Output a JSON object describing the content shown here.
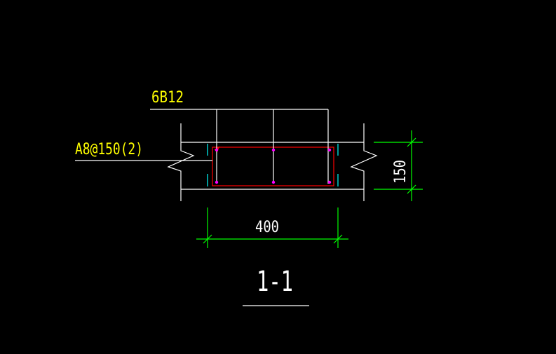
{
  "drawing": {
    "labels": {
      "rebar_main": "6B12",
      "stirrup": "A8@150(2)",
      "dim_width": "400",
      "dim_height": "150",
      "section_title": "1-1"
    },
    "colors": {
      "background": "#000000",
      "linework": "#ffffff",
      "label_text": "#ffff00",
      "dimension": "#00ff00",
      "stirrup": "#ff0000",
      "rebar_points": "#ff00ff",
      "cover_marks": "#00ffff"
    }
  }
}
